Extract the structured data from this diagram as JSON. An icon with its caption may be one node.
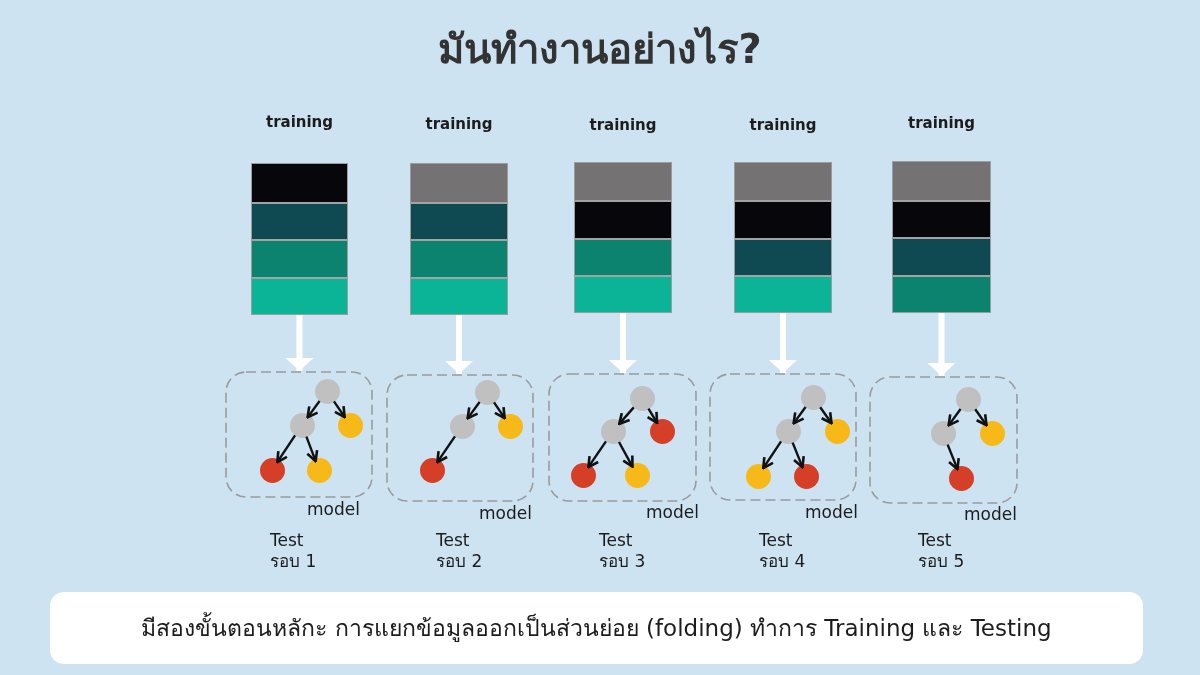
{
  "diagram": {
    "title": "มันทำงานอย่างไร?",
    "nodes": [
      {
        "text": [
          "training"
        ]
      },
      {
        "text": [
          "training"
        ]
      },
      {
        "text": [
          "training"
        ]
      },
      {
        "text": [
          "training"
        ]
      },
      {
        "text": [
          "training"
        ]
      },
      {
        "text": [
          "model"
        ],
        "beside": [
          "Test รอบ 1"
        ]
      },
      {
        "text": [],
        "shape": "circle",
        "in": 5
      },
      {
        "text": [],
        "shape": "circle",
        "in": 5
      },
      {
        "text": [],
        "shape": "circle",
        "in": 5
      },
      {
        "text": [],
        "shape": "circle",
        "in": 5
      },
      {
        "text": [],
        "shape": "circle",
        "in": 5
      },
      {
        "text": [
          "model"
        ],
        "beside": [
          "Test รอบ 2"
        ]
      },
      {
        "text": [],
        "shape": "circle",
        "in": 11
      },
      {
        "text": [],
        "shape": "circle",
        "in": 11
      },
      {
        "text": [],
        "shape": "circle",
        "in": 11
      },
      {
        "text": [],
        "shape": "circle",
        "in": 11
      },
      {
        "text": [
          "model"
        ],
        "beside": [
          "Test รอบ 3"
        ]
      },
      {
        "text": [],
        "shape": "circle",
        "in": 16
      },
      {
        "text": [],
        "shape": "circle",
        "in": 16
      },
      {
        "text": [],
        "shape": "circle",
        "in": 16
      },
      {
        "text": [],
        "shape": "circle",
        "in": 16
      },
      {
        "text": [],
        "shape": "circle",
        "in": 16
      },
      {
        "text": [
          "model"
        ],
        "beside": [
          "Test รอบ 4"
        ]
      },
      {
        "text": [],
        "shape": "circle",
        "in": 22
      },
      {
        "text": [],
        "shape": "circle",
        "in": 22
      },
      {
        "text": [],
        "shape": "circle",
        "in": 22
      },
      {
        "text": [],
        "shape": "circle",
        "in": 22
      },
      {
        "text": [],
        "shape": "circle",
        "in": 22
      },
      {
        "text": [
          "model"
        ],
        "beside": [
          "Test รอบ 5"
        ]
      },
      {
        "text": [],
        "shape": "circle",
        "in": 28
      },
      {
        "text": [],
        "shape": "circle",
        "in": 28
      },
      {
        "text": [],
        "shape": "circle",
        "in": 28
      },
      {
        "text": [],
        "shape": "circle",
        "in": 28
      },
      {
        "text": [
          "มีสองขั้นตอนหลักะ การแยกข้อมูลออกเป็นส่วนย่อย (folding) ทำการ Training และ Testing"
        ]
      }
    ],
    "edges": [
      {
        "from": 0,
        "to": 5,
        "arrow": "to",
        "style": "thick",
        "color": "#ffffff"
      },
      {
        "from": 1,
        "to": 11,
        "arrow": "to",
        "style": "thick",
        "color": "#ffffff"
      },
      {
        "from": 2,
        "to": 16,
        "arrow": "to",
        "style": "thick",
        "color": "#ffffff"
      },
      {
        "from": 3,
        "to": 22,
        "arrow": "to",
        "style": "thick",
        "color": "#ffffff"
      },
      {
        "from": 4,
        "to": 28,
        "arrow": "to",
        "style": "thick",
        "color": "#ffffff"
      },
      {
        "from": 6,
        "to": 7,
        "arrow": "to"
      },
      {
        "from": 6,
        "to": 8,
        "arrow": "to"
      },
      {
        "from": 7,
        "to": 9,
        "arrow": "to"
      },
      {
        "from": 7,
        "to": 10,
        "arrow": "to"
      },
      {
        "from": 12,
        "to": 13,
        "arrow": "to"
      },
      {
        "from": 12,
        "to": 14,
        "arrow": "to"
      },
      {
        "from": 13,
        "to": 15,
        "arrow": "to"
      },
      {
        "from": 17,
        "to": 18,
        "arrow": "to"
      },
      {
        "from": 17,
        "to": 19,
        "arrow": "to"
      },
      {
        "from": 18,
        "to": 20,
        "arrow": "to"
      },
      {
        "from": 18,
        "to": 21,
        "arrow": "to"
      },
      {
        "from": 23,
        "to": 24,
        "arrow": "to"
      },
      {
        "from": 23,
        "to": 25,
        "arrow": "to"
      },
      {
        "from": 24,
        "to": 26,
        "arrow": "to"
      },
      {
        "from": 24,
        "to": 27,
        "arrow": "to"
      },
      {
        "from": 29,
        "to": 30,
        "arrow": "to"
      },
      {
        "from": 29,
        "to": 31,
        "arrow": "to"
      },
      {
        "from": 30,
        "to": 32,
        "arrow": "to"
      }
    ]
  }
}
